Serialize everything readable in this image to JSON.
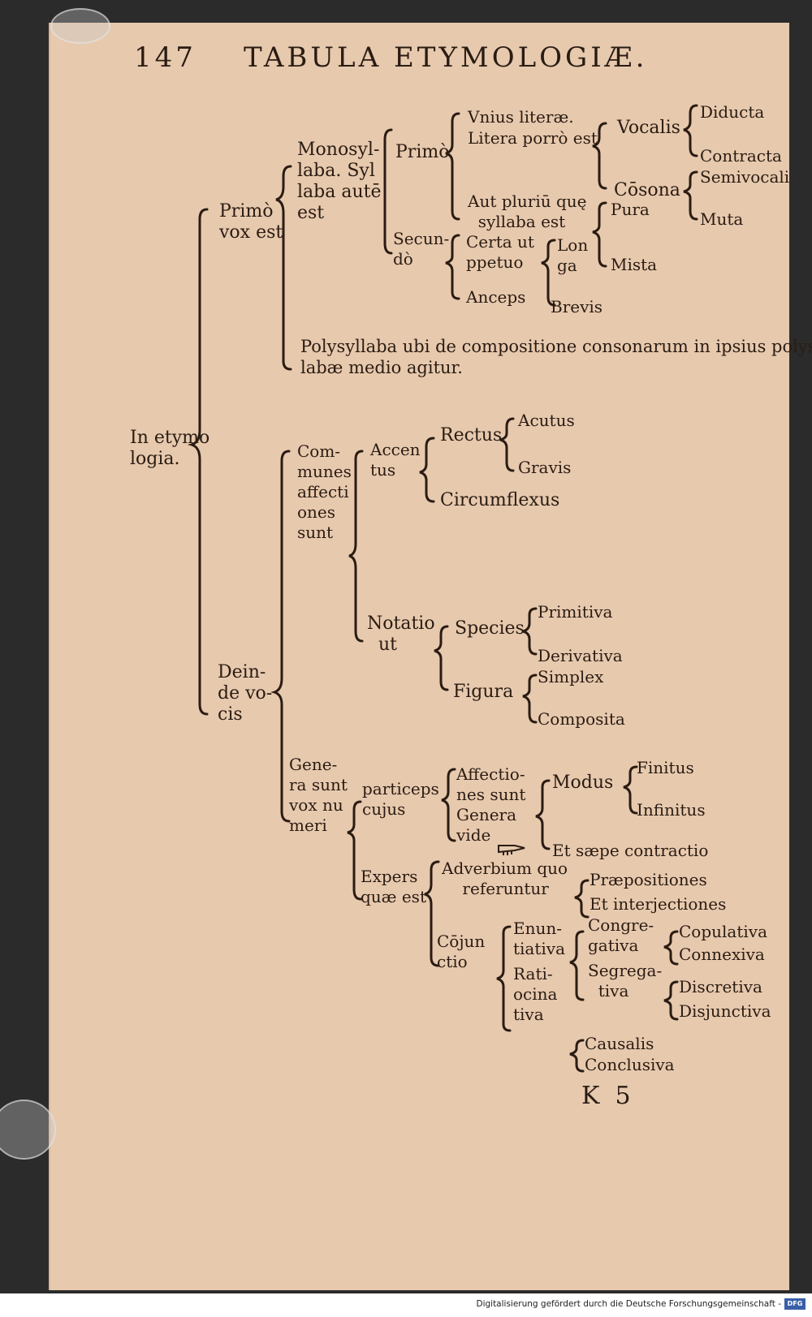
{
  "header": {
    "page_number": "147",
    "title": "TABULA ETYMOLOGIÆ."
  },
  "root": "In etymo\nlogia.",
  "primo": {
    "label": "Primò\nvox est",
    "monosyllaba": "Monosyl-\nlaba. Syl\nlaba autē\nest",
    "primo_sub": "Primò",
    "vnius": "Vnius literæ.",
    "litera": "Litera porrò est",
    "vocalis": "Vocalis",
    "diducta": "Diducta",
    "contracta": "Contracta",
    "cosona": "Cōsona",
    "semivocalis": "Semivocali",
    "muta": "Muta",
    "pluriu": "Aut pluriū quę\n  syllaba est",
    "pura": "Pura",
    "mista": "Mista",
    "secundo": "Secun-\ndò",
    "certa": "Certa ut\nppetuo",
    "longa": "Lon\nga",
    "anceps": "Anceps",
    "brevis": "Brevis",
    "polysyllaba": "Polysyllaba ubi de compositione consonarum in ipsius polysyl\nlabæ medio agitur."
  },
  "deinde": {
    "label": "Dein-\nde vo-\ncis",
    "communes": "Com-\nmunes\naffecti\nones\nsunt",
    "accentus": "Accen\ntus",
    "rectus": "Rectus",
    "acutus": "Acutus",
    "gravis": "Gravis",
    "circumflexus": "Circumflexus",
    "notatio": "Notatio\n  ut",
    "species": "Species",
    "primitiva": "Primitiva",
    "derivativa": "Derivativa",
    "figura": "Figura",
    "simplex": "Simplex",
    "composita": "Composita",
    "genera": "Gene-\nra sunt\nvox nu\nmeri",
    "particeps": "particeps\ncujus",
    "affectiones": "Affectio-\nnes sunt\nGenera\nvide",
    "modus": "Modus",
    "finitus": "Finitus",
    "infinitus": "Infinitus",
    "contractio": "Et sæpe contractio",
    "expers": "Expers\nquæ est",
    "adverbium": "Adverbium quo\n    referuntur",
    "praepositiones": "Præpositiones",
    "interjectiones": "Et interjectiones",
    "conjunctio": "Cōjun\nctio",
    "enuntiativa": "Enun-\ntiativa",
    "ratiocinativa": "Rati-\nocina\ntiva",
    "congregativa": "Congre-\ngativa",
    "segregativa": "Segrega-\n  tiva",
    "copulativa": "Copulativa",
    "connexiva": "Connexiva",
    "discretiva": "Discretiva",
    "disjunctiva": "Disjunctiva",
    "causalis": "Causalis",
    "conclusiva": "Conclusiva"
  },
  "signature": "K  5",
  "footer": {
    "credit": "Digitalisierung gefördert durch die Deutsche Forschungsgemeinschaft -",
    "logo": "DFG"
  }
}
